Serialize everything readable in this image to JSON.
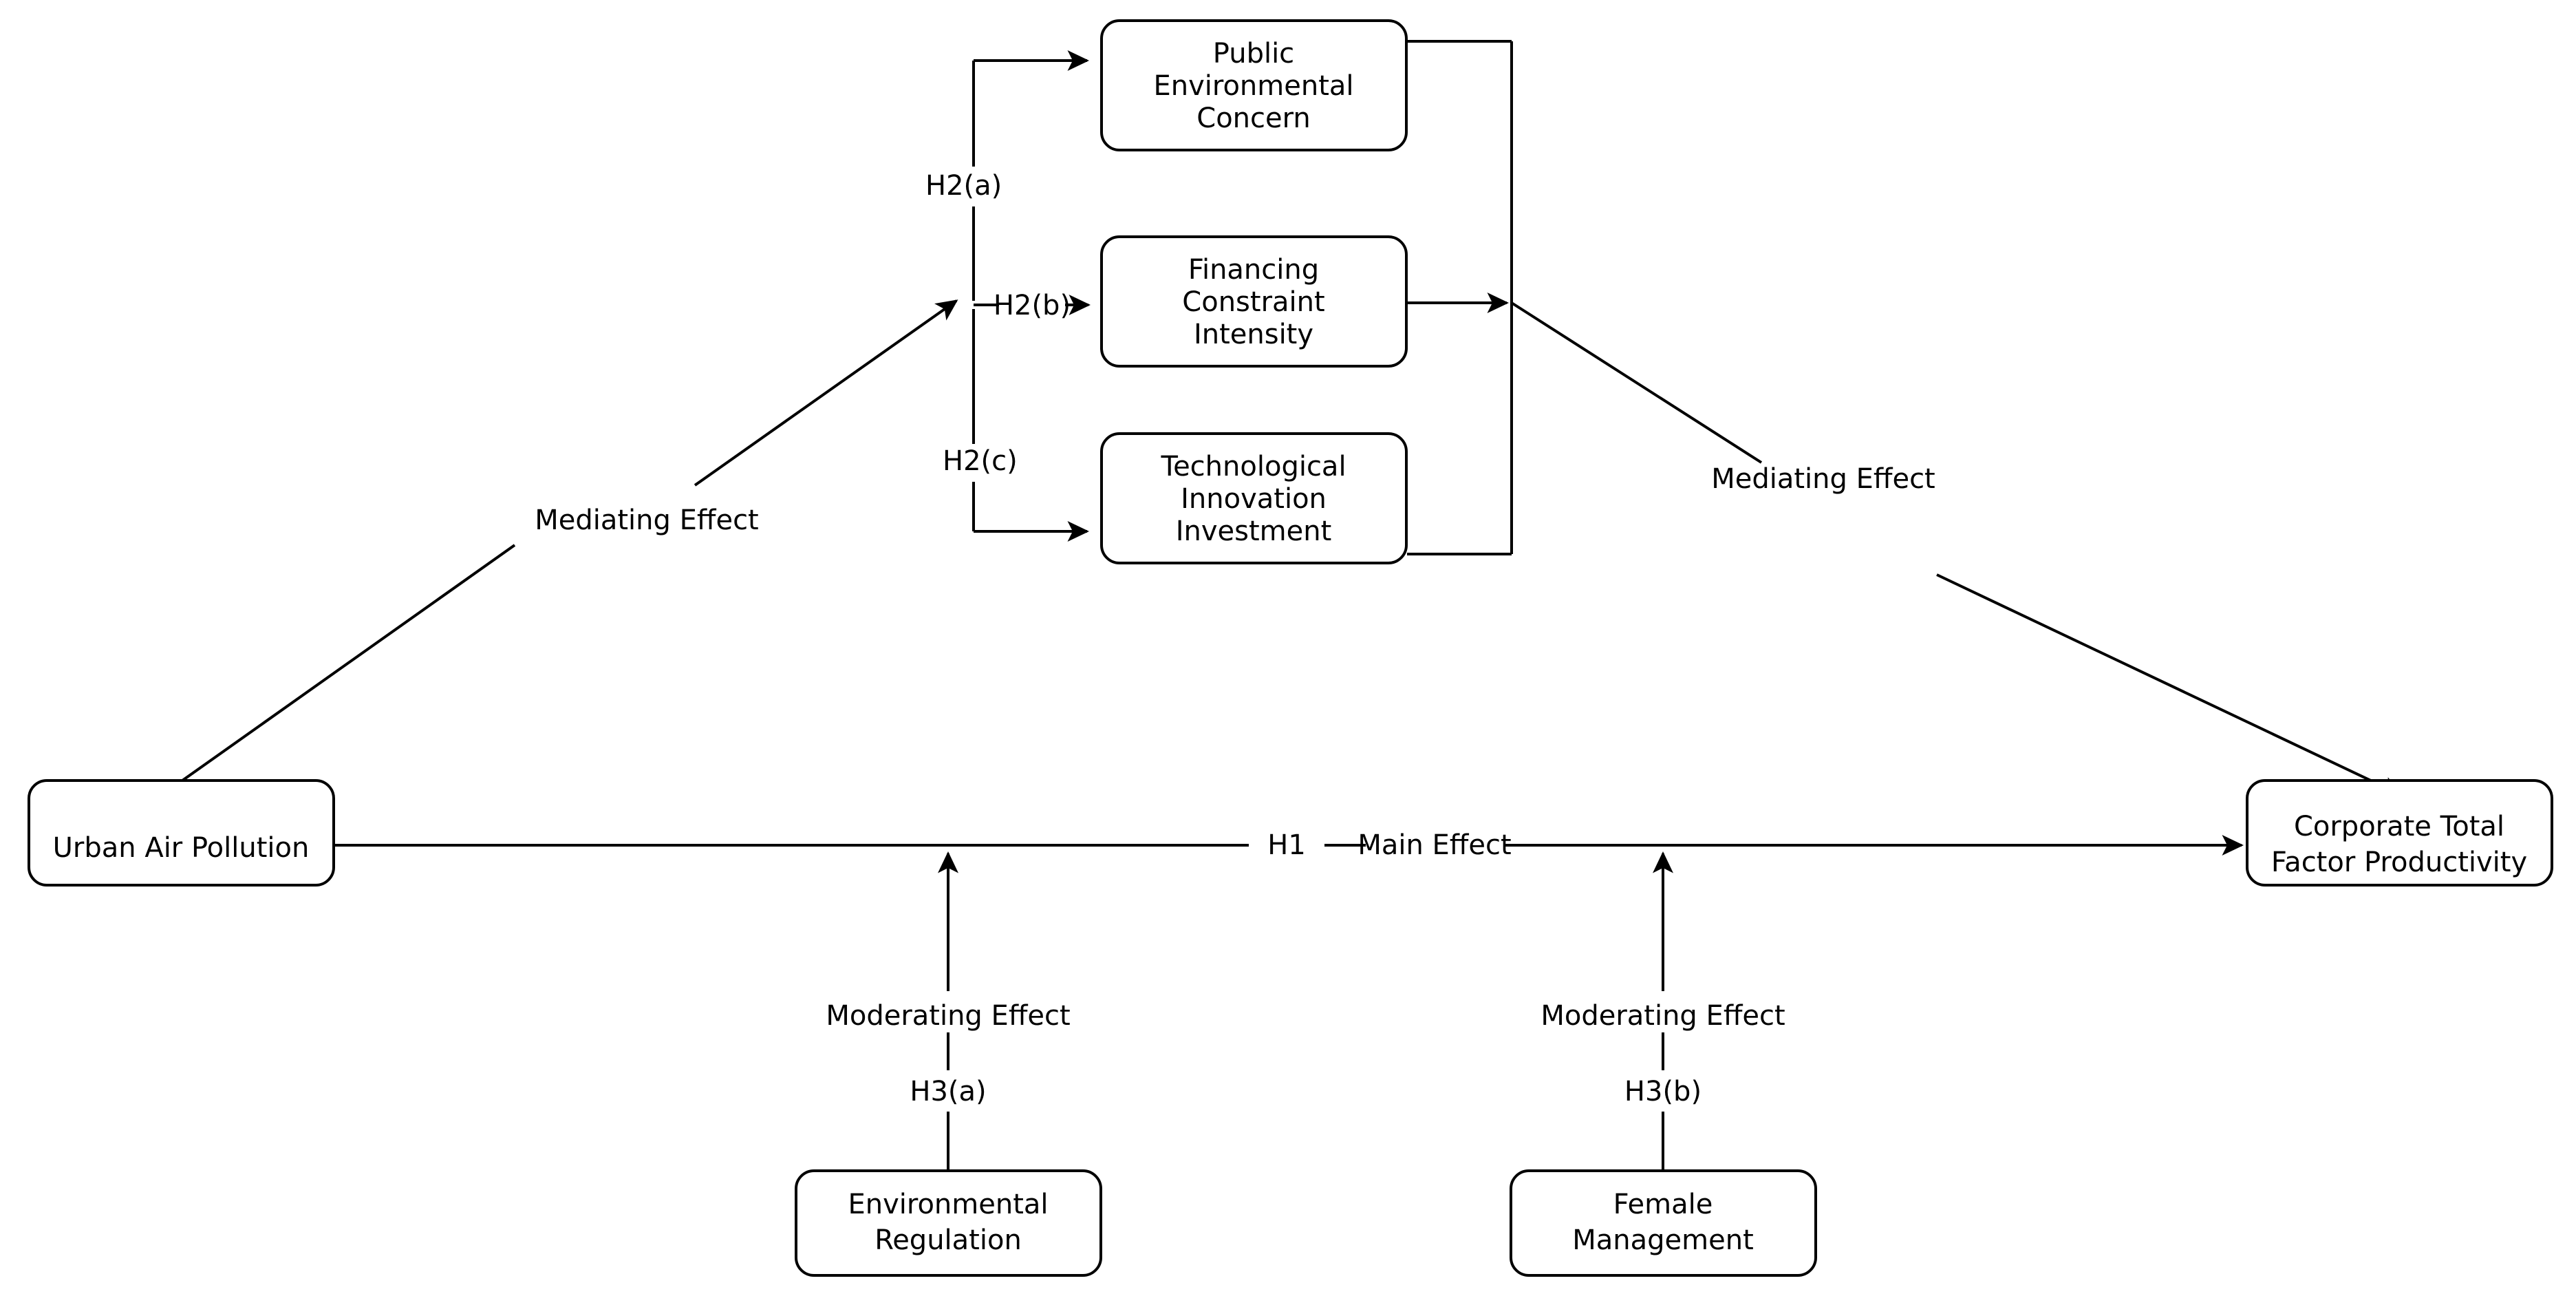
{
  "diagram": {
    "type": "conceptual-research-framework",
    "background_color": "#ffffff",
    "line_color": "#000000",
    "nodes": {
      "independent": {
        "id": "urban-air-pollution",
        "label": "Urban Air Pollution"
      },
      "dependent": {
        "id": "corporate-tfp",
        "label_line1": "Corporate Total",
        "label_line2": "Factor Productivity"
      },
      "mediators": [
        {
          "id": "public-environmental-concern",
          "label_line1": "Public",
          "label_line2": "Environmental",
          "label_line3": "Concern",
          "hypothesis": "H2(a)"
        },
        {
          "id": "financing-constraint-intensity",
          "label_line1": "Financing",
          "label_line2": "Constraint",
          "label_line3": "Intensity",
          "hypothesis": "H2(b)"
        },
        {
          "id": "technological-innovation-investment",
          "label_line1": "Technological",
          "label_line2": "Innovation",
          "label_line3": "Investment",
          "hypothesis": "H2(c)"
        }
      ],
      "moderators": [
        {
          "id": "environmental-regulation",
          "label_line1": "Environmental",
          "label_line2": "Regulation",
          "hypothesis": "H3(a)",
          "effect_label": "Moderating Effect"
        },
        {
          "id": "female-management",
          "label_line1": "Female",
          "label_line2": "Management",
          "hypothesis": "H3(b)",
          "effect_label": "Moderating Effect"
        }
      ]
    },
    "edge_labels": {
      "main_hypothesis": "H1",
      "main_effect": "Main Effect",
      "mediating_effect_left": "Mediating Effect",
      "mediating_effect_right": "Mediating Effect"
    }
  }
}
